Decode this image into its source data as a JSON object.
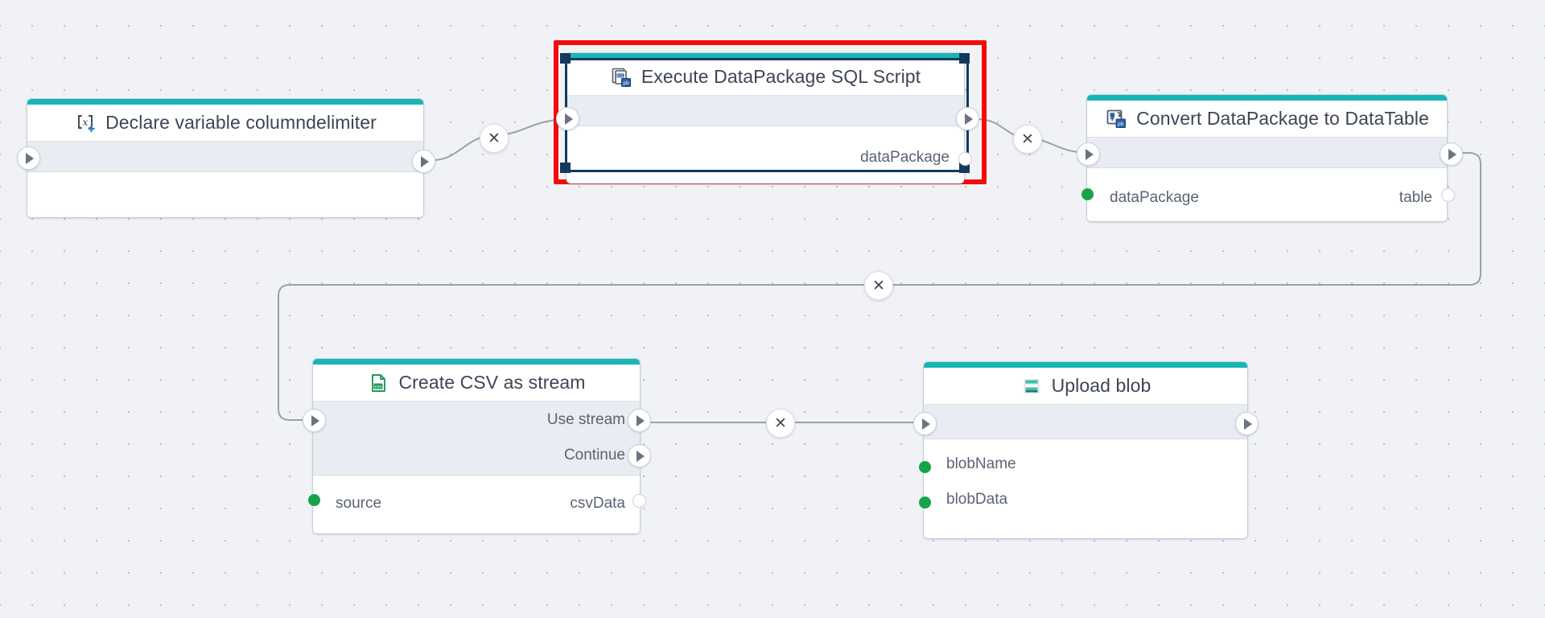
{
  "canvas": {
    "background_color": "#f1f2f6",
    "grid_dot_color": "#b7bac4",
    "accent_color": "#18b5b5",
    "selection_highlight_color": "#f20d0d",
    "selection_outline_color": "#13395f",
    "data_port_connected_color": "#16a34a"
  },
  "nodes": [
    {
      "id": "declare-variable-columndelimiter",
      "title": "Declare variable columndelimiter",
      "icon": "declare-variable-icon",
      "selected": false,
      "flow_outputs": [
        ""
      ],
      "data_inputs": [],
      "data_outputs": []
    },
    {
      "id": "execute-datapackage-sql-script",
      "title": "Execute DataPackage SQL Script",
      "icon": "sql-script-icon",
      "selected": true,
      "flow_outputs": [
        ""
      ],
      "data_inputs": [],
      "data_outputs": [
        "dataPackage"
      ]
    },
    {
      "id": "convert-datapackage-to-datatable",
      "title": "Convert DataPackage to DataTable",
      "icon": "convert-datapackage-icon",
      "selected": false,
      "flow_outputs": [
        ""
      ],
      "data_inputs": [
        "dataPackage"
      ],
      "data_outputs": [
        "table"
      ]
    },
    {
      "id": "create-csv-as-stream",
      "title": "Create CSV as stream",
      "icon": "csv-file-icon",
      "selected": false,
      "flow_outputs": [
        "Use stream",
        "Continue"
      ],
      "data_inputs": [
        "source"
      ],
      "data_outputs": [
        "csvData"
      ]
    },
    {
      "id": "upload-blob",
      "title": "Upload blob",
      "icon": "upload-blob-icon",
      "selected": false,
      "flow_outputs": [
        ""
      ],
      "data_inputs": [
        "blobName",
        "blobData"
      ],
      "data_outputs": []
    }
  ],
  "labels": {
    "declare_variable_title": "Declare variable columndelimiter",
    "execute_sql_title": "Execute DataPackage SQL Script",
    "execute_sql_out": "dataPackage",
    "convert_title": "Convert DataPackage to DataTable",
    "convert_in": "dataPackage",
    "convert_out": "table",
    "csv_title": "Create CSV as stream",
    "csv_flow_use_stream": "Use stream",
    "csv_flow_continue": "Continue",
    "csv_in": "source",
    "csv_out": "csvData",
    "upload_title": "Upload blob",
    "upload_in_name": "blobName",
    "upload_in_data": "blobData",
    "delete_marker": "✕"
  },
  "connections": [
    {
      "from": "declare-variable-columndelimiter",
      "to": "execute-datapackage-sql-script",
      "type": "flow",
      "delete_marker": "✕"
    },
    {
      "from": "execute-datapackage-sql-script",
      "to": "convert-datapackage-to-datatable",
      "type": "flow",
      "delete_marker": "✕"
    },
    {
      "from": "convert-datapackage-to-datatable",
      "to": "create-csv-as-stream",
      "type": "flow",
      "delete_marker": "✕"
    },
    {
      "from": "create-csv-as-stream",
      "to": "upload-blob",
      "type": "flow",
      "delete_marker": "✕"
    }
  ]
}
